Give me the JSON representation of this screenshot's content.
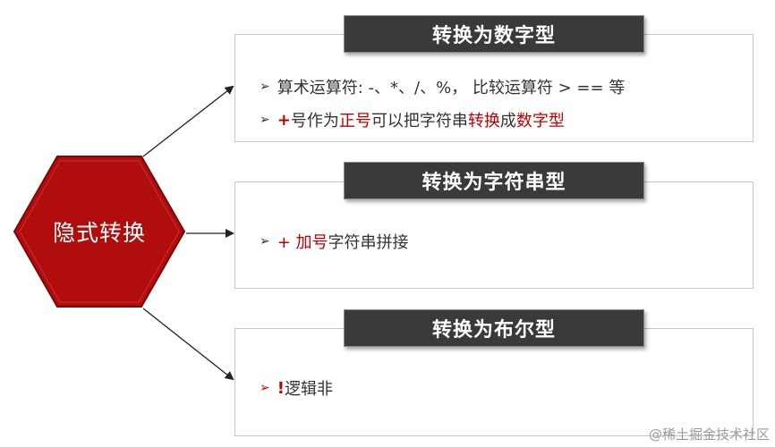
{
  "center": {
    "label": "隐式转换",
    "color": "#b10d0d"
  },
  "number_box": {
    "title": "转换为数字型",
    "line1": "算术运算符: -、*、/、%，  比较运算符 >   ==  等",
    "line2": {
      "plus": "+",
      "t1": " 号作为",
      "t2": "正号",
      "t3": "可以把字符串",
      "t4": "转换",
      "t5": "成",
      "t6": "数字型"
    }
  },
  "string_box": {
    "title": "转换为字符串型",
    "line": {
      "t1": "+ 加号",
      "t2": "字符串拼接"
    }
  },
  "boolean_box": {
    "title": "转换为布尔型",
    "line": {
      "t1": "!",
      "t2": " 逻辑非"
    }
  },
  "bullet_icon": "arrow-bullet",
  "watermark": "@稀土掘金技术社区",
  "colors": {
    "accent": "#c00000",
    "title_bg": "#3a3a3a",
    "box_border": "#c9c7b6",
    "hex": "#b10d0d"
  }
}
